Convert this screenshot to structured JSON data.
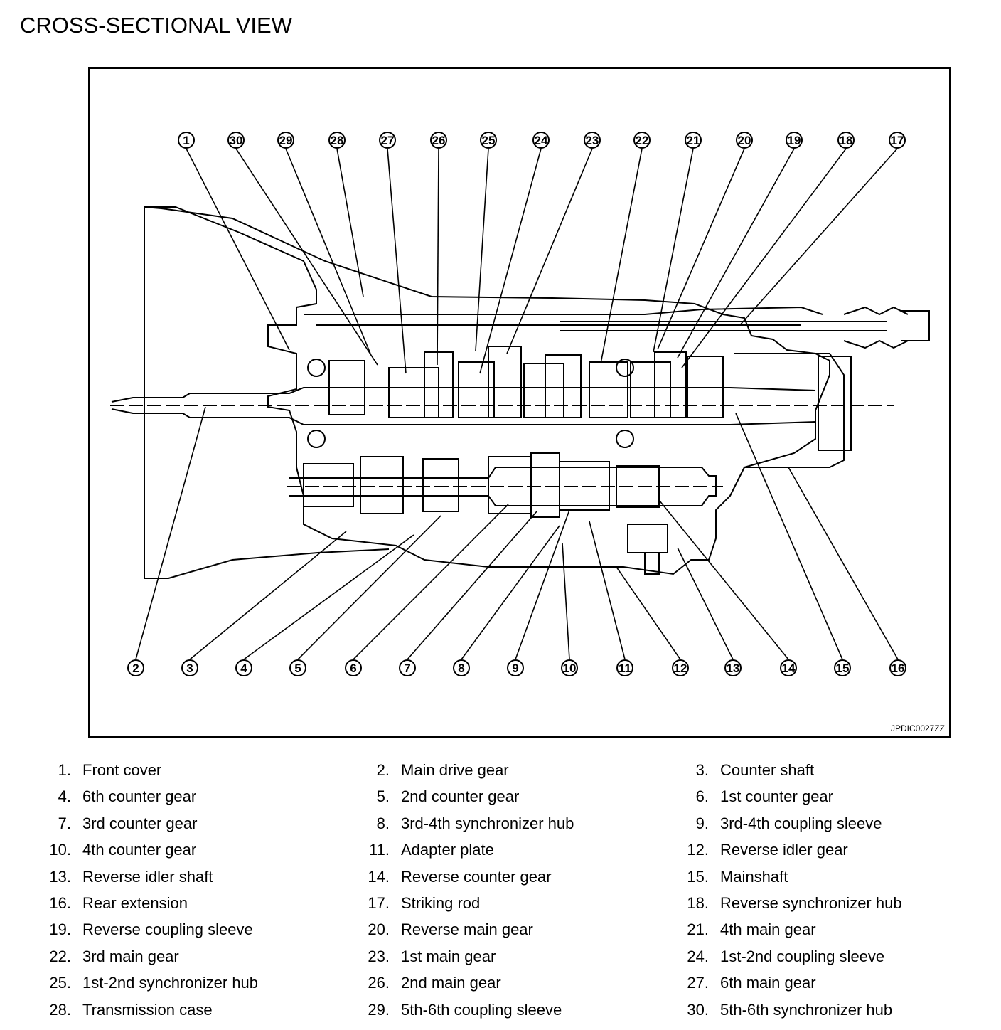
{
  "page": {
    "title": "CROSS-SECTIONAL VIEW"
  },
  "figure": {
    "code": "JPDIC0027ZZ"
  },
  "callouts_top": [
    "1",
    "30",
    "29",
    "28",
    "27",
    "26",
    "25",
    "24",
    "23",
    "22",
    "21",
    "20",
    "19",
    "18",
    "17"
  ],
  "callouts_bottom": [
    "2",
    "3",
    "4",
    "5",
    "6",
    "7",
    "8",
    "9",
    "10",
    "11",
    "12",
    "13",
    "14",
    "15",
    "16"
  ],
  "legend": [
    {
      "num": "1.",
      "text": "Front cover"
    },
    {
      "num": "2.",
      "text": "Main drive gear"
    },
    {
      "num": "3.",
      "text": "Counter shaft"
    },
    {
      "num": "4.",
      "text": "6th counter gear"
    },
    {
      "num": "5.",
      "text": "2nd counter gear"
    },
    {
      "num": "6.",
      "text": "1st counter gear"
    },
    {
      "num": "7.",
      "text": "3rd counter gear"
    },
    {
      "num": "8.",
      "text": "3rd-4th synchronizer hub"
    },
    {
      "num": "9.",
      "text": "3rd-4th coupling sleeve"
    },
    {
      "num": "10.",
      "text": "4th counter gear"
    },
    {
      "num": "11.",
      "text": "Adapter plate"
    },
    {
      "num": "12.",
      "text": "Reverse idler gear"
    },
    {
      "num": "13.",
      "text": "Reverse idler shaft"
    },
    {
      "num": "14.",
      "text": "Reverse counter gear"
    },
    {
      "num": "15.",
      "text": "Mainshaft"
    },
    {
      "num": "16.",
      "text": "Rear extension"
    },
    {
      "num": "17.",
      "text": "Striking rod"
    },
    {
      "num": "18.",
      "text": "Reverse synchronizer hub"
    },
    {
      "num": "19.",
      "text": "Reverse coupling sleeve"
    },
    {
      "num": "20.",
      "text": "Reverse main gear"
    },
    {
      "num": "21.",
      "text": "4th main gear"
    },
    {
      "num": "22.",
      "text": "3rd main gear"
    },
    {
      "num": "23.",
      "text": "1st main gear"
    },
    {
      "num": "24.",
      "text": "1st-2nd coupling sleeve"
    },
    {
      "num": "25.",
      "text": "1st-2nd synchronizer hub"
    },
    {
      "num": "26.",
      "text": "2nd main gear"
    },
    {
      "num": "27.",
      "text": "6th main gear"
    },
    {
      "num": "28.",
      "text": "Transmission case"
    },
    {
      "num": "29.",
      "text": "5th-6th coupling sleeve"
    },
    {
      "num": "30.",
      "text": "5th-6th synchronizer hub"
    }
  ]
}
